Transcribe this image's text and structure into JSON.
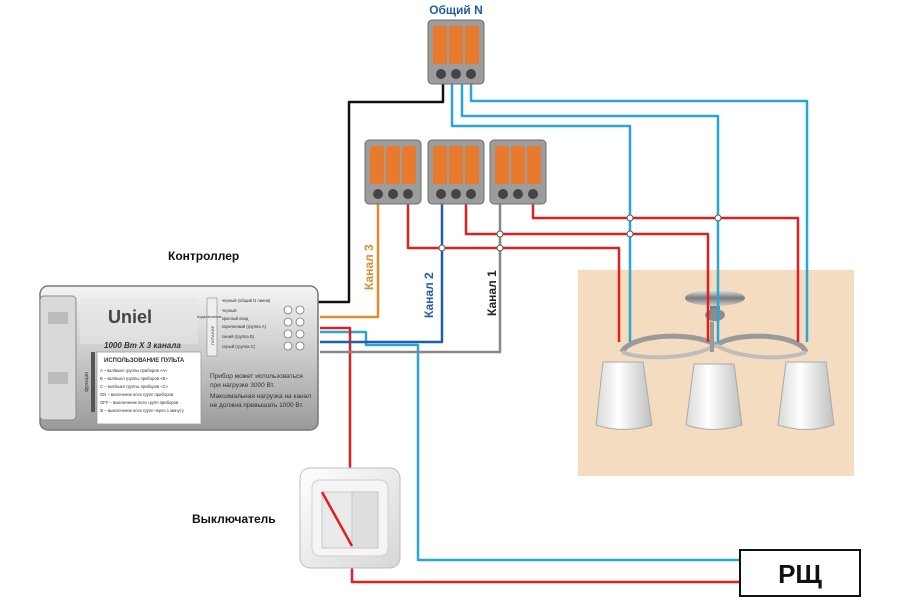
{
  "labels": {
    "common_n": "Общий N",
    "controller": "Контроллер",
    "switch": "Выключатель",
    "panel": "РЩ",
    "channel_3": "Канал 3",
    "channel_2": "Канал 2",
    "channel_1": "Канал 1"
  },
  "controller": {
    "brand": "Uniel",
    "rating": "1000 Вт Х 3 канала",
    "side_label": "функции",
    "usage_title": "ИСПОЛЬЗОВАНИЕ ПУЛЬТА",
    "usage_lines": [
      "A – вкл/выкл группы приборов «A»",
      "B – вкл/выкл группы приборов «B»",
      "C – вкл/выкл группы приборов «C»",
      "ON – включение всех групп приборов",
      "OFF – выключение всех групп приборов",
      "⏲ – выключение всех групп через 1 минуту"
    ],
    "terminal_box_label": "ПИТАНИЕ",
    "terminal_label": "подключение",
    "terminal_lines": [
      "черный (общий N линии)",
      "черный",
      "красный    вход",
      "коричневый (группа A)",
      "синий   (группа B)",
      "серый   (группа C)"
    ],
    "note_lines": [
      "Прибор может использоваться",
      "при нагрузке 3000 Вт.",
      "Максимальная нагрузка на канал",
      "не должна превышать 1000 Вт."
    ]
  },
  "colors": {
    "neutral_wire": "#29a6d8",
    "phase_wire": "#e02020",
    "common_wire": "#111111",
    "channel_3_wire": "#e68a2e",
    "channel_2_wire": "#1f5fa8",
    "channel_1_wire": "#888888",
    "terminal_lever": "#e87a2e",
    "room_background": "#f3dcbf"
  }
}
